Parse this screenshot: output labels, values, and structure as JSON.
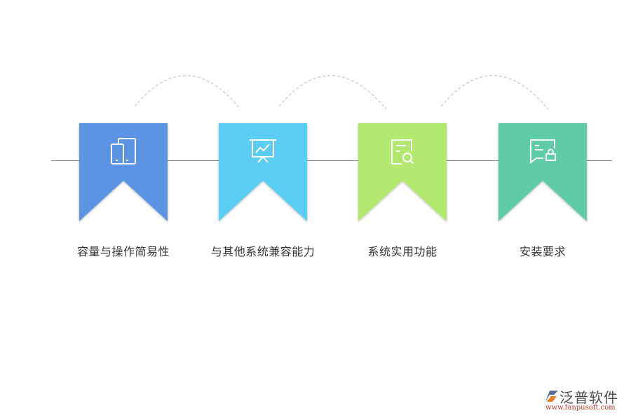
{
  "diagram": {
    "items": [
      {
        "label": "容量与操作简易性",
        "color": "#5b94e3",
        "icon": "tablet-devices-icon"
      },
      {
        "label": "与其他系统兼容能力",
        "color": "#5ccdf2",
        "icon": "presentation-chart-icon"
      },
      {
        "label": "系统实用功能",
        "color": "#b3e870",
        "icon": "document-search-icon"
      },
      {
        "label": "安装要求",
        "color": "#5ecba8",
        "icon": "message-lock-icon"
      }
    ],
    "connector_color": "#8c8c8c",
    "arc_color": "#c8c8c8"
  },
  "logo": {
    "name": "泛普软件",
    "url": "www.fanpusoft.com"
  }
}
